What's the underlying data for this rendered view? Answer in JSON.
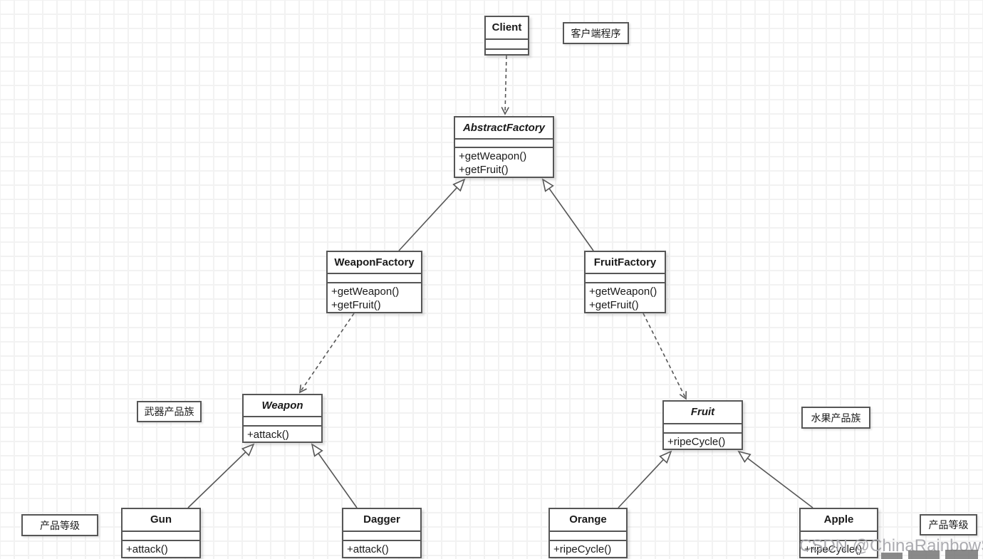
{
  "diagram": {
    "title_semantic": "Abstract Factory pattern UML class diagram",
    "classes": [
      {
        "id": "client",
        "name": "Client",
        "abstract": false,
        "attributes": [],
        "methods": []
      },
      {
        "id": "abstract_factory",
        "name": "AbstractFactory",
        "abstract": true,
        "attributes": [],
        "methods": [
          "+getWeapon()",
          "+getFruit()"
        ]
      },
      {
        "id": "weapon_factory",
        "name": "WeaponFactory",
        "abstract": false,
        "attributes": [],
        "methods": [
          "+getWeapon()",
          "+getFruit()"
        ]
      },
      {
        "id": "fruit_factory",
        "name": "FruitFactory",
        "abstract": false,
        "attributes": [],
        "methods": [
          "+getWeapon()",
          "+getFruit()"
        ]
      },
      {
        "id": "weapon",
        "name": "Weapon",
        "abstract": true,
        "attributes": [],
        "methods": [
          "+attack()"
        ]
      },
      {
        "id": "fruit",
        "name": "Fruit",
        "abstract": true,
        "attributes": [],
        "methods": [
          "+ripeCycle()"
        ]
      },
      {
        "id": "gun",
        "name": "Gun",
        "abstract": false,
        "attributes": [],
        "methods": [
          "+attack()"
        ]
      },
      {
        "id": "dagger",
        "name": "Dagger",
        "abstract": false,
        "attributes": [],
        "methods": [
          "+attack()"
        ]
      },
      {
        "id": "orange",
        "name": "Orange",
        "abstract": false,
        "attributes": [],
        "methods": [
          "+ripeCycle()"
        ]
      },
      {
        "id": "apple",
        "name": "Apple",
        "abstract": false,
        "attributes": [],
        "methods": [
          "+ripeCycle()"
        ]
      }
    ],
    "labels": {
      "client_program": "客户端程序",
      "weapon_family": "武器产品族",
      "fruit_family": "水果产品族",
      "product_level_left": "产品等级",
      "product_level_right": "产品等级"
    },
    "relations": [
      {
        "from": "Client",
        "to": "AbstractFactory",
        "type": "dependency",
        "line": "dashed",
        "arrowhead": "open"
      },
      {
        "from": "WeaponFactory",
        "to": "AbstractFactory",
        "type": "generalization",
        "line": "solid",
        "arrowhead": "hollow-triangle"
      },
      {
        "from": "FruitFactory",
        "to": "AbstractFactory",
        "type": "generalization",
        "line": "solid",
        "arrowhead": "hollow-triangle"
      },
      {
        "from": "WeaponFactory",
        "to": "Weapon",
        "type": "dependency",
        "line": "dashed",
        "arrowhead": "open"
      },
      {
        "from": "FruitFactory",
        "to": "Fruit",
        "type": "dependency",
        "line": "dashed",
        "arrowhead": "open"
      },
      {
        "from": "Gun",
        "to": "Weapon",
        "type": "generalization",
        "line": "solid",
        "arrowhead": "hollow-triangle"
      },
      {
        "from": "Dagger",
        "to": "Weapon",
        "type": "generalization",
        "line": "solid",
        "arrowhead": "hollow-triangle"
      },
      {
        "from": "Orange",
        "to": "Fruit",
        "type": "generalization",
        "line": "solid",
        "arrowhead": "hollow-triangle"
      },
      {
        "from": "Apple",
        "to": "Fruit",
        "type": "generalization",
        "line": "solid",
        "arrowhead": "hollow-triangle"
      }
    ]
  },
  "watermark": {
    "text": "CSDN @ChinaRainbowSea",
    "color": "#a8a8ad"
  },
  "colors": {
    "canvas_bg": "#ffffff",
    "grid_line": "#f2f2f2",
    "box_border": "#565656",
    "box_fill": "#ffffff",
    "text": "#1a1a1a"
  }
}
